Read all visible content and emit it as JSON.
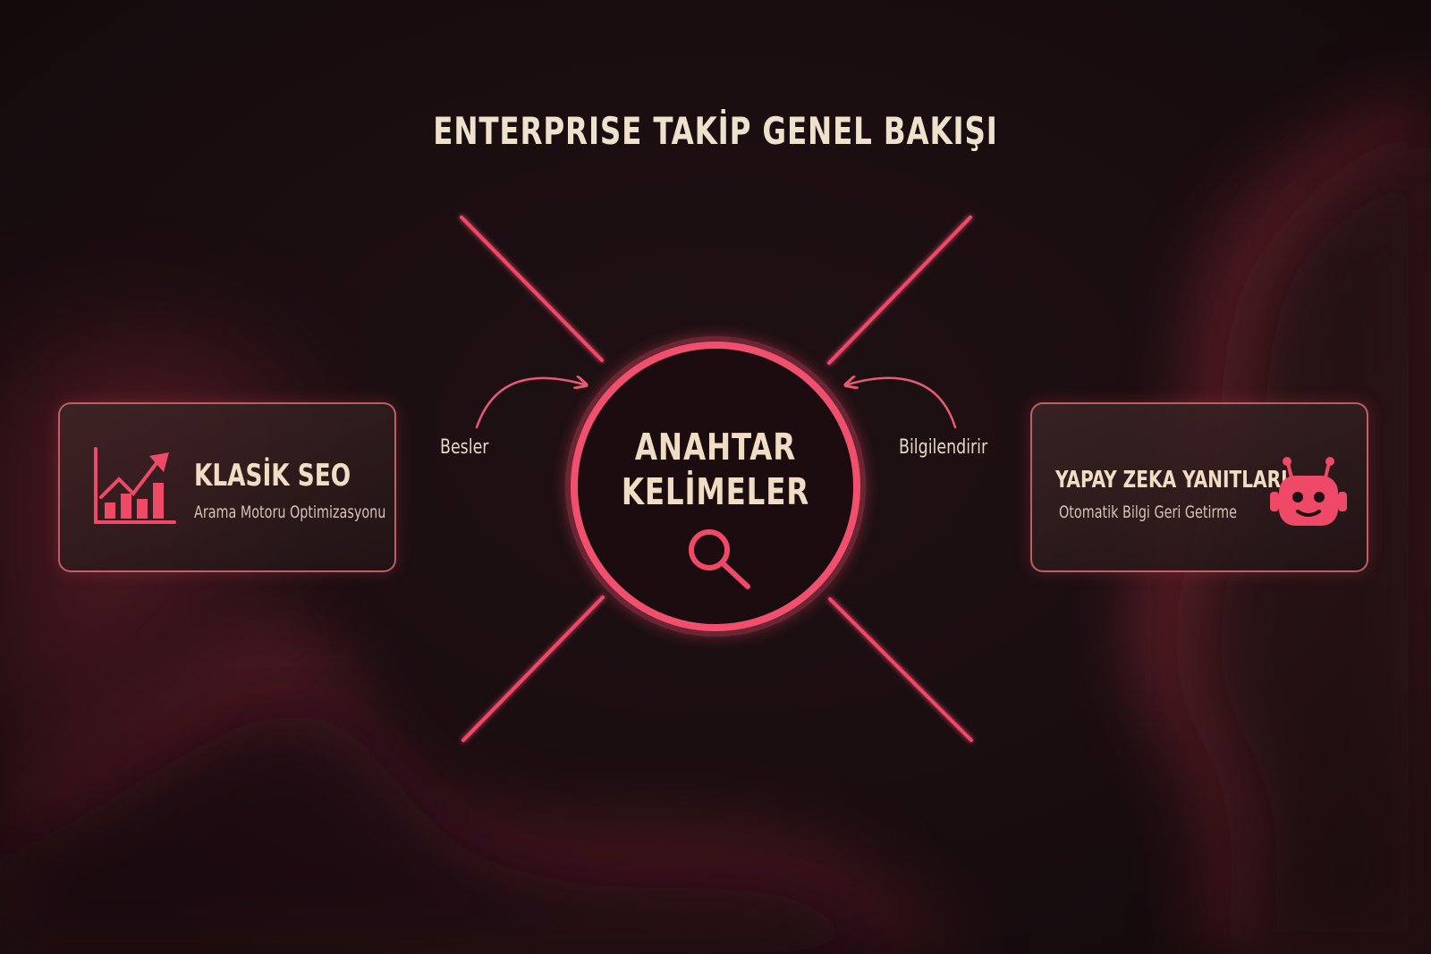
{
  "title": "ENTERPRISE TAKİP GENEL BAKIŞI",
  "hub": {
    "line1": "ANAHTAR",
    "line2": "KELİMELER",
    "icon": "search-icon"
  },
  "edges": {
    "left_label": "Besler",
    "right_label": "Bilgilendirir"
  },
  "left_card": {
    "title": "KLASİK SEO",
    "subtitle": "Arama Motoru Optimizasyonu",
    "icon": "growth-chart-icon"
  },
  "right_card": {
    "title": "YAPAY ZEKA YANITLARI",
    "subtitle": "Otomatik Bilgi Geri Getirme",
    "icon": "robot-icon"
  },
  "colors": {
    "background": "#1e1013",
    "accent": "#ee4a68",
    "text": "#f0ddc4"
  }
}
